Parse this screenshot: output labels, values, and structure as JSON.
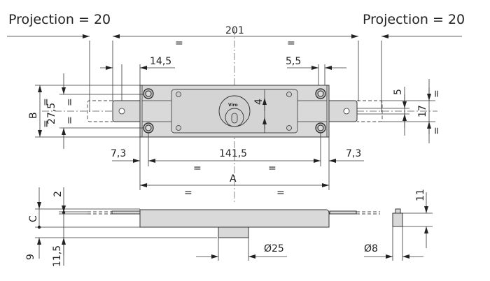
{
  "labels": {
    "projection_left": "Projection = 20",
    "projection_right": "Projection = 20",
    "overall_length": "201",
    "bolt_offset": "14,5",
    "hole_offset": "5,5",
    "edge_left": "7,3",
    "edge_right": "7,3",
    "screw_spacing": "141,5",
    "dim_a": "A",
    "dim_b": "B",
    "height": "27,5",
    "bolt_thickness": "5",
    "bolt_height": "17",
    "cylinder_offset": "4",
    "dim_c": "C",
    "rod_gap": "2",
    "depth_9": "9",
    "depth_11_5": "11,5",
    "cylinder_diameter": "Ø25",
    "rod_diameter": "Ø8",
    "rod_height": "11",
    "equal": "=",
    "brand": "Viro"
  }
}
